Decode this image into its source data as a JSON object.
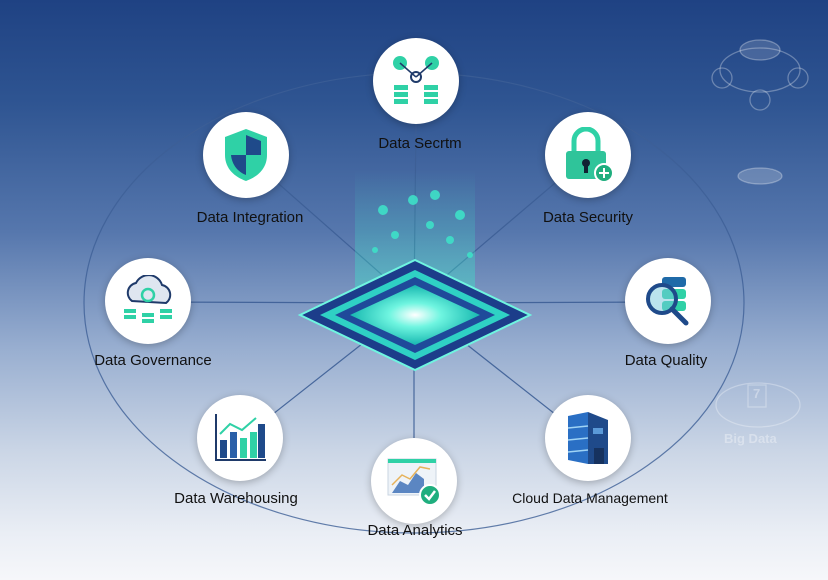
{
  "diagram": {
    "center": {
      "name": "data-platform-chip"
    },
    "nodes": [
      {
        "id": "stream",
        "label": "Data Secrtm",
        "icon": "network-database-icon"
      },
      {
        "id": "integration",
        "label": "Data Integration",
        "icon": "shield-icon"
      },
      {
        "id": "security",
        "label": "Data Security",
        "icon": "padlock-icon"
      },
      {
        "id": "governance",
        "label": "Data Governance",
        "icon": "cloud-database-icon"
      },
      {
        "id": "quality",
        "label": "Data Quality",
        "icon": "magnifier-database-icon"
      },
      {
        "id": "warehousing",
        "label": "Data Warehousing",
        "icon": "bar-chart-icon"
      },
      {
        "id": "analytics",
        "label": "Data Analytics",
        "icon": "analytics-board-icon"
      },
      {
        "id": "cloud",
        "label": "Cloud Data Management",
        "icon": "server-building-icon"
      }
    ],
    "ghost": {
      "badge": "7",
      "label": "Big Data"
    },
    "colors": {
      "accent": "#2fd1a6",
      "navy": "#1f4283",
      "teal": "#3ee0c8",
      "line": "#3d5f96"
    }
  }
}
